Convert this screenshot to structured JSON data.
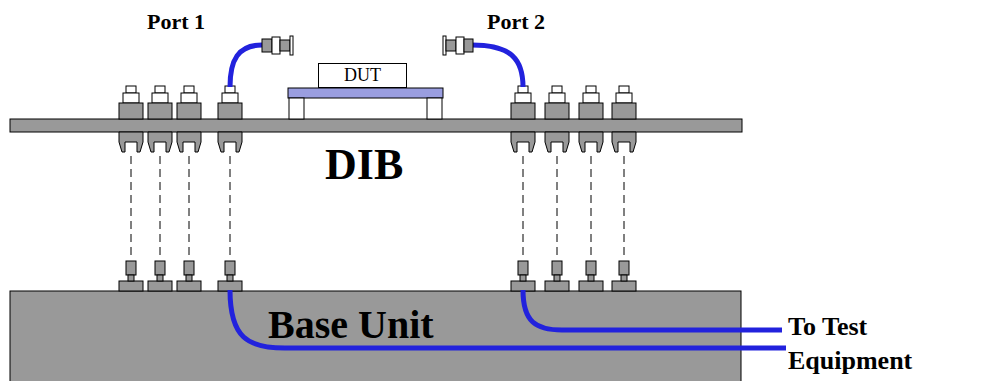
{
  "diagram": {
    "nodes": [
      {
        "text": [
          "DUT"
        ]
      },
      {
        "text": [
          "DIB"
        ]
      },
      {
        "text": [
          "Base Unit"
        ]
      }
    ],
    "labels": [
      "Port 1",
      "Port 2",
      "To Test Equipment"
    ]
  }
}
